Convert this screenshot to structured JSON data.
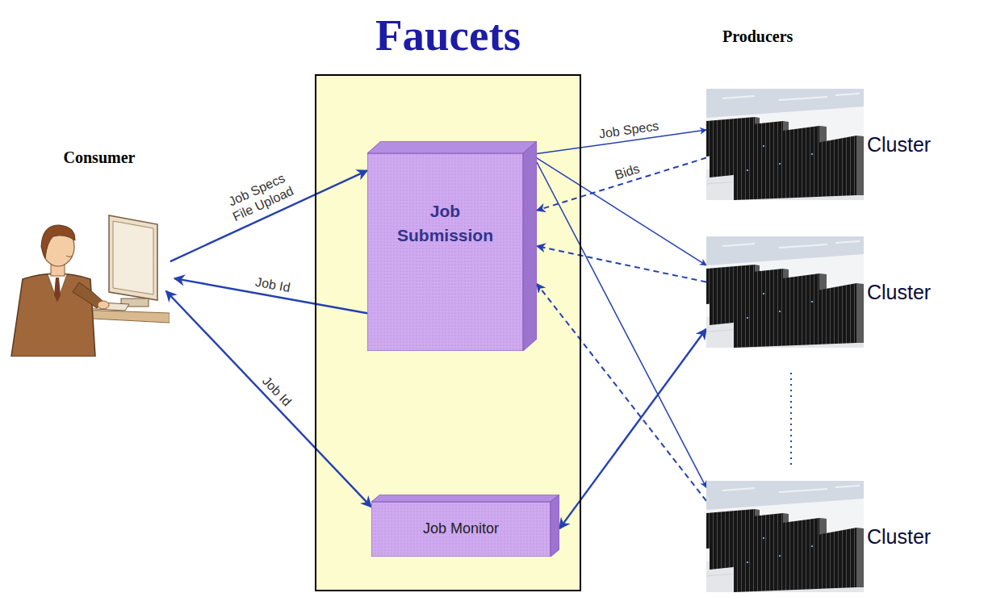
{
  "diagram": {
    "nodes": [
      {
        "text": [
          "Consumer"
        ]
      },
      {
        "text": [
          "Faucets"
        ]
      },
      {
        "text": [
          "Job Submission"
        ],
        "in": 1
      },
      {
        "text": [
          "Job Monitor"
        ],
        "in": 1
      },
      {
        "text": [
          "Cluster"
        ]
      },
      {
        "text": [
          "Cluster"
        ]
      },
      {
        "text": [
          "Cluster"
        ]
      }
    ],
    "edges": [
      {
        "from": 0,
        "to": 2,
        "label": "Job Specs File Upload",
        "arrow": "to"
      },
      {
        "from": 2,
        "to": 0,
        "label": "Job Id",
        "arrow": "to"
      },
      {
        "from": 0,
        "to": 3,
        "label": "Job Id",
        "arrow": "both"
      },
      {
        "from": 2,
        "to": 4,
        "label": "Job Specs",
        "arrow": "to"
      },
      {
        "from": 4,
        "to": 2,
        "label": "Bids",
        "arrow": "to"
      },
      {
        "from": 2,
        "to": 5,
        "arrow": "to"
      },
      {
        "from": 5,
        "to": 2,
        "arrow": "to"
      },
      {
        "from": 2,
        "to": 6,
        "arrow": "to"
      },
      {
        "from": 6,
        "to": 2,
        "arrow": "to"
      },
      {
        "from": 3,
        "to": 5,
        "arrow": "both"
      }
    ],
    "labels": [
      "Producers"
    ]
  }
}
